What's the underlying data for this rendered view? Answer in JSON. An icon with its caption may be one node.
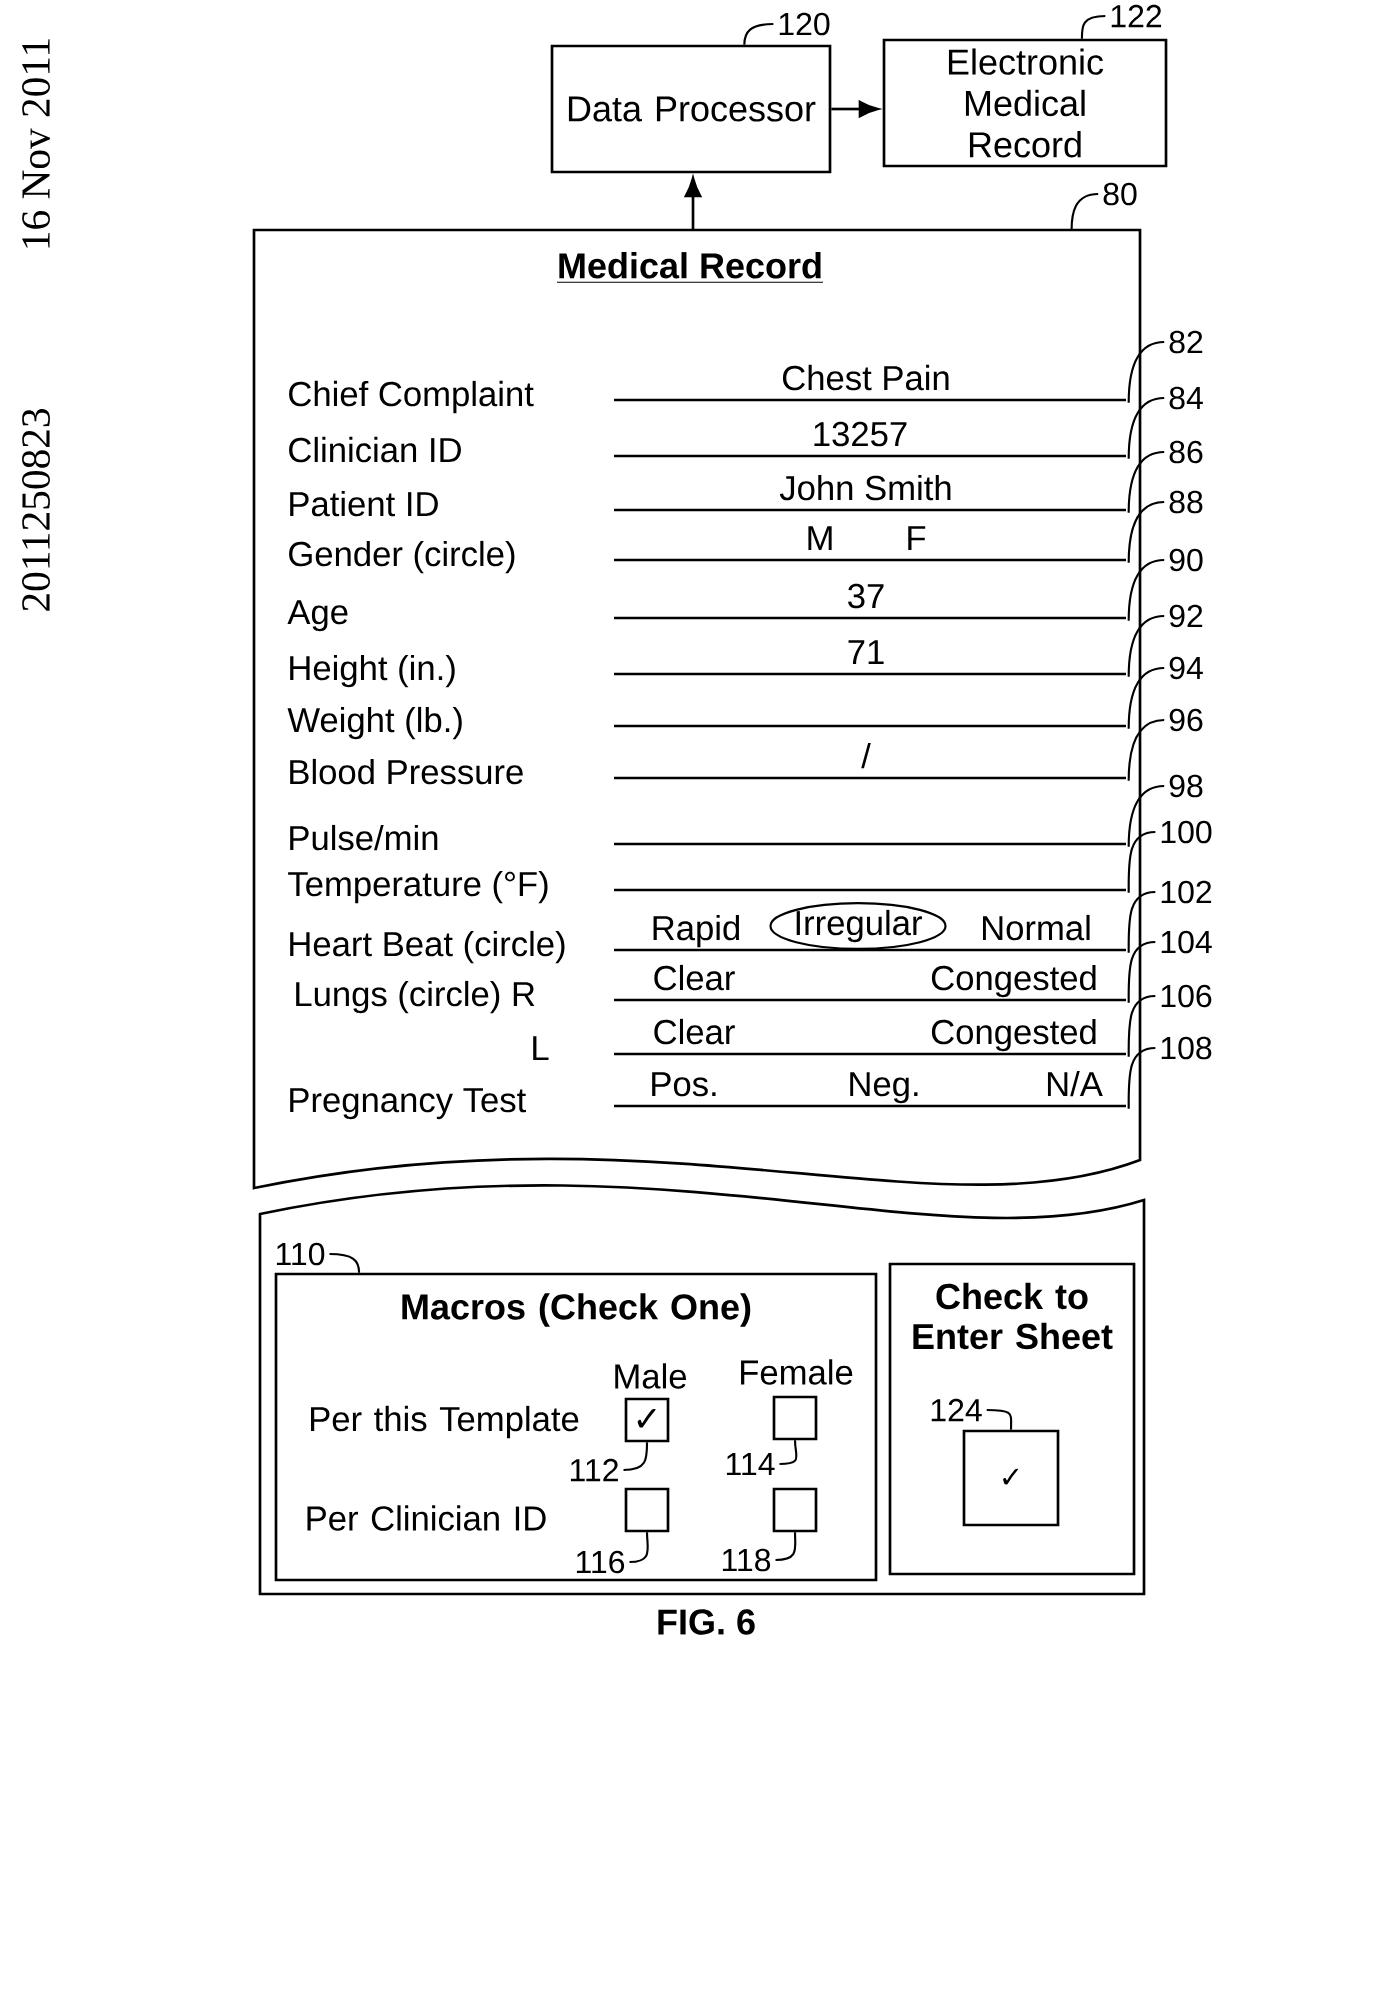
{
  "diagram": {
    "caption": "FIG. 6",
    "nodes": [
      {
        "text": [
          "120"
        ]
      },
      {
        "text": [
          "122"
        ]
      },
      {
        "text": [
          "Data Processor"
        ]
      },
      {
        "text": [
          "Electronic Medical Record"
        ]
      },
      {
        "text": [
          "80"
        ]
      },
      {
        "text": [
          "Medical Record"
        ]
      },
      {
        "text": [
          "82"
        ]
      },
      {
        "text": [
          "Chief Complaint",
          "Chest Pain"
        ],
        "in": 5
      },
      {
        "text": [
          "84"
        ]
      },
      {
        "text": [
          "Clinician ID",
          "13257"
        ],
        "in": 5
      },
      {
        "text": [
          "86"
        ]
      },
      {
        "text": [
          "Patient ID",
          "John Smith"
        ],
        "in": 5
      },
      {
        "text": [
          "88"
        ]
      },
      {
        "text": [
          "Gender (circle)",
          "M",
          "F"
        ],
        "in": 5
      },
      {
        "text": [
          "90"
        ]
      },
      {
        "text": [
          "Age",
          "37"
        ],
        "in": 5
      },
      {
        "text": [
          "92"
        ]
      },
      {
        "text": [
          "Height (in.)",
          "71"
        ],
        "in": 5
      },
      {
        "text": [
          "94"
        ]
      },
      {
        "text": [
          "Weight (lb.)"
        ],
        "in": 5
      },
      {
        "text": [
          "96"
        ]
      },
      {
        "text": [
          "Blood Pressure",
          "/"
        ],
        "in": 5
      },
      {
        "text": [
          "98"
        ]
      },
      {
        "text": [
          "Pulse/min"
        ],
        "in": 5
      },
      {
        "text": [
          "100"
        ]
      },
      {
        "text": [
          "Temperature (°F)"
        ],
        "in": 5
      },
      {
        "text": [
          "102"
        ]
      },
      {
        "text": [
          "Heart Beat (circle)",
          "Rapid",
          "Normal"
        ],
        "in": 5
      },
      {
        "text": [
          "Irregular"
        ],
        "in": 27
      },
      {
        "text": [
          "104"
        ]
      },
      {
        "text": [
          "Lungs (circle) R",
          "Clear",
          "Congested"
        ],
        "in": 5
      },
      {
        "text": [
          "106"
        ]
      },
      {
        "text": [
          "L",
          "Clear",
          "Congested"
        ],
        "in": 5
      },
      {
        "text": [
          "108"
        ]
      },
      {
        "text": [
          "Pregnancy Test",
          "Pos.",
          "Neg.",
          "N/A"
        ],
        "in": 5
      },
      {
        "text": [],
        "shape": "box"
      },
      {
        "text": [
          "110"
        ],
        "in": 35
      },
      {
        "text": [
          "Macros (Check One)",
          "Male",
          "Female",
          "Per this Template",
          "Per Clinician ID"
        ],
        "in": 35
      },
      {
        "text": [
          "✓"
        ],
        "in": 37
      },
      {
        "text": [
          "112"
        ],
        "in": 37
      },
      {
        "text": [],
        "shape": "box",
        "in": 37
      },
      {
        "text": [
          "114"
        ],
        "in": 37
      },
      {
        "text": [],
        "shape": "box",
        "in": 37
      },
      {
        "text": [
          "116"
        ],
        "in": 37
      },
      {
        "text": [],
        "shape": "box",
        "in": 37
      },
      {
        "text": [
          "118"
        ],
        "in": 37
      },
      {
        "text": [
          "Check to Enter Sheet"
        ],
        "in": 35
      },
      {
        "text": [
          "124"
        ],
        "in": 46
      },
      {
        "text": [
          "✓"
        ],
        "in": 46
      }
    ],
    "edges": [
      {
        "from": 5,
        "to": 2,
        "arrow": "to"
      },
      {
        "from": 2,
        "to": 3,
        "arrow": "to"
      },
      {
        "from": 0,
        "to": 2,
        "arrow": "none"
      },
      {
        "from": 1,
        "to": 3,
        "arrow": "none"
      },
      {
        "from": 4,
        "to": 5,
        "arrow": "none"
      },
      {
        "from": 6,
        "to": 7,
        "arrow": "none"
      },
      {
        "from": 8,
        "to": 9,
        "arrow": "none"
      },
      {
        "from": 10,
        "to": 11,
        "arrow": "none"
      },
      {
        "from": 12,
        "to": 13,
        "arrow": "none"
      },
      {
        "from": 14,
        "to": 15,
        "arrow": "none"
      },
      {
        "from": 16,
        "to": 17,
        "arrow": "none"
      },
      {
        "from": 18,
        "to": 19,
        "arrow": "none"
      },
      {
        "from": 20,
        "to": 21,
        "arrow": "none"
      },
      {
        "from": 22,
        "to": 23,
        "arrow": "none"
      },
      {
        "from": 24,
        "to": 25,
        "arrow": "none"
      },
      {
        "from": 26,
        "to": 27,
        "arrow": "none"
      },
      {
        "from": 29,
        "to": 30,
        "arrow": "none"
      },
      {
        "from": 31,
        "to": 32,
        "arrow": "none"
      },
      {
        "from": 33,
        "to": 34,
        "arrow": "none"
      },
      {
        "from": 36,
        "to": 37,
        "arrow": "none"
      },
      {
        "from": 39,
        "to": 38,
        "arrow": "none"
      },
      {
        "from": 41,
        "to": 40,
        "arrow": "none"
      },
      {
        "from": 43,
        "to": 42,
        "arrow": "none"
      },
      {
        "from": 45,
        "to": 44,
        "arrow": "none"
      },
      {
        "from": 47,
        "to": 48,
        "arrow": "none"
      }
    ],
    "labels": [
      "2011250823",
      "16 Nov 2011"
    ]
  }
}
